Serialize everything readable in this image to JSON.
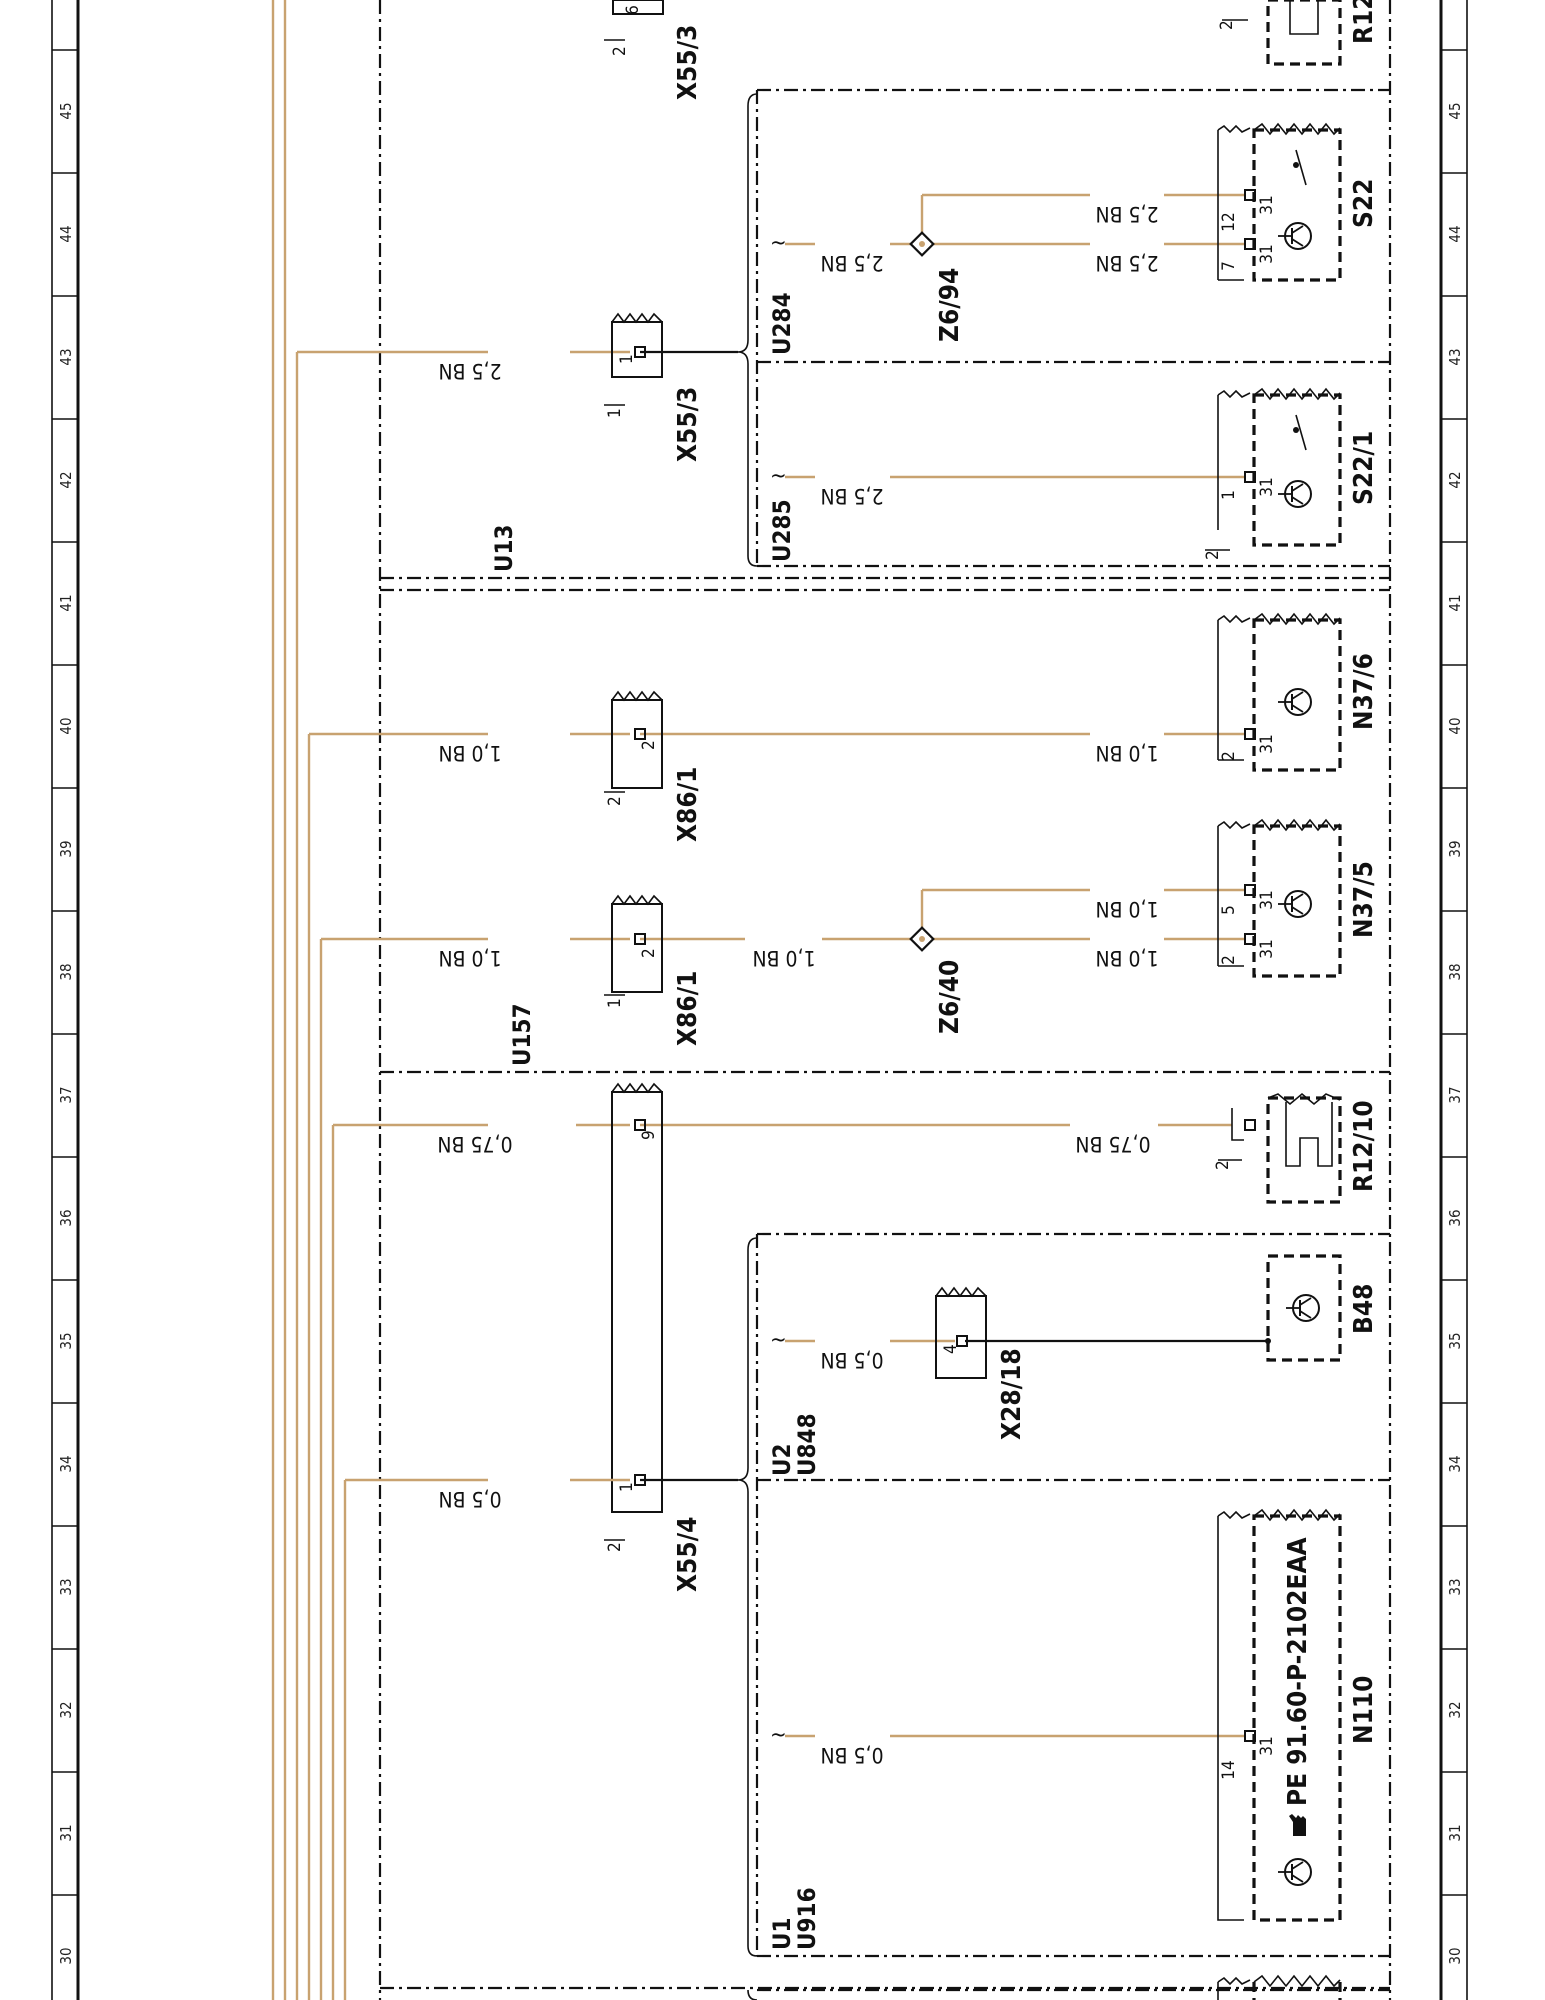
{
  "grid": {
    "left_numbers": [
      "45",
      "44",
      "43",
      "42",
      "41",
      "40",
      "39",
      "38",
      "37",
      "36",
      "35",
      "34",
      "33",
      "32",
      "31",
      "30"
    ],
    "right_numbers": [
      "45",
      "44",
      "43",
      "42",
      "41",
      "40",
      "39",
      "38",
      "37",
      "36",
      "35",
      "34",
      "33",
      "32",
      "31",
      "30"
    ]
  },
  "frames": {
    "u13": "U13",
    "u157": "U157",
    "u284": "U284",
    "u285": "U285",
    "u2": "U2",
    "u848": "U848",
    "u1": "U1",
    "u916": "U916"
  },
  "wire_labels": {
    "w_x553_top": "2,5 BN",
    "w_u284_stub": "2,5 BN",
    "w_s22_12": "2,5 BN",
    "w_s22_7": "2,5 BN",
    "w_u285_stub": "2,5 BN",
    "w_x861_top": "1,0 BN",
    "w_n376": "1,0 BN",
    "w_x861_bot": "1,0 BN",
    "w_z640_in": "1,0 BN",
    "w_n375_5": "1,0 BN",
    "w_n375_2": "1,0 BN",
    "w_x554_9": "0,75 BN",
    "w_r1210": "0,75 BN",
    "w_b48": "0,5 BN",
    "w_x554_1": "0,5 BN",
    "w_n110": "0,5 BN"
  },
  "connectors": {
    "x553_top": "X55/3",
    "x553": "X55/3",
    "x861_top": "X86/1",
    "x861_bot": "X86/1",
    "x554": "X55/4",
    "x2818": "X28/18"
  },
  "splices": {
    "z694": "Z6/94",
    "z640": "Z6/40"
  },
  "components": {
    "s22": "S22",
    "s221": "S22/1",
    "n376": "N37/6",
    "n375": "N37/5",
    "r1210": "R12/10",
    "r12_top": "R12",
    "b48": "B48",
    "n110": "N110",
    "n110_ref": "PE 91.60-P-2102EAA"
  },
  "pins": {
    "x553_top_2": "2",
    "x553_top_6": "6",
    "r12_top_2": "2",
    "s22_12": "12",
    "s22_7": "7",
    "s22_31a": "31",
    "s22_31b": "31",
    "x553_1": "1",
    "x553_1b": "1",
    "s221_1": "1",
    "s221_31": "31",
    "s221_2": "2",
    "x861t_2": "2",
    "x861t_2b": "2",
    "n376_2": "2",
    "n376_31": "31",
    "x861b_2": "2",
    "x861b_1": "1",
    "n375_5": "5",
    "n375_2": "2",
    "n375_31a": "31",
    "n375_31b": "31",
    "x554_9": "9",
    "r1210_2": "2",
    "x2818_4": "4",
    "x554_1": "1",
    "x554_2": "2",
    "n110_14": "14",
    "n110_31": "31"
  }
}
